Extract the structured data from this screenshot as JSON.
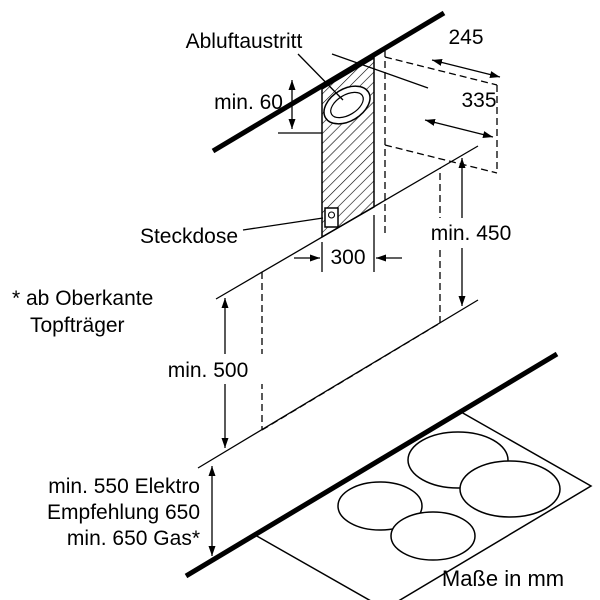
{
  "diagram": {
    "title_note": "Maße in mm",
    "labels": {
      "abluftaustritt": "Abluftaustritt",
      "steckdose": "Steckdose",
      "oberkante_line1": "* ab Oberkante",
      "oberkante_line2": "Topfträger"
    },
    "dimensions": {
      "d245": "245",
      "d335": "335",
      "min60": "min. 60",
      "min450": "min. 450",
      "d300": "300",
      "min500": "min. 500",
      "bottom_line1": "min. 550 Elektro",
      "bottom_line2": "Empfehlung 650",
      "bottom_line3": "min. 650 Gas*"
    },
    "colors": {
      "ink": "#000000",
      "background": "#ffffff"
    }
  }
}
